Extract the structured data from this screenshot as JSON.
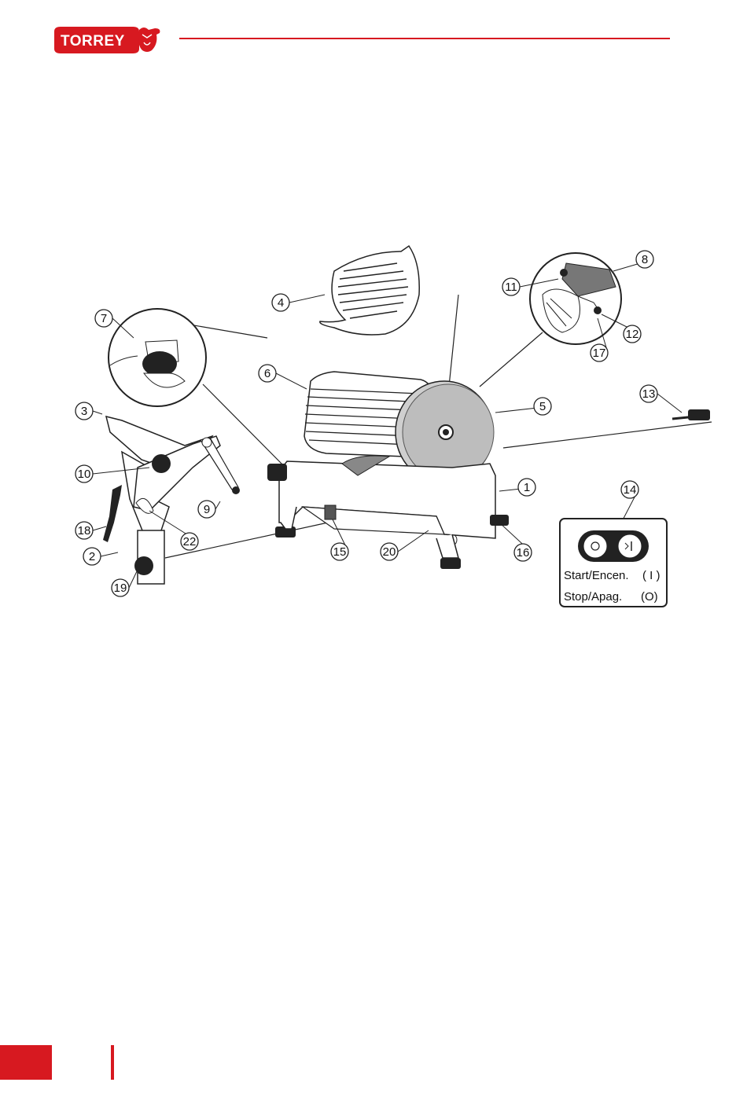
{
  "brand": {
    "name": "TORREY",
    "colors": {
      "accent": "#d71920",
      "ink": "#111111",
      "shade": "#cfcfcf"
    }
  },
  "diagram": {
    "callouts": [
      "1",
      "2",
      "3",
      "4",
      "5",
      "6",
      "7",
      "8",
      "9",
      "10",
      "11",
      "12",
      "13",
      "14",
      "15",
      "16",
      "17",
      "18",
      "19",
      "20",
      "22"
    ],
    "control_panel": {
      "start_label": "Start/Encen.",
      "start_symbol": "( I )",
      "stop_label": "Stop/Apag.",
      "stop_symbol": "(O)"
    }
  }
}
